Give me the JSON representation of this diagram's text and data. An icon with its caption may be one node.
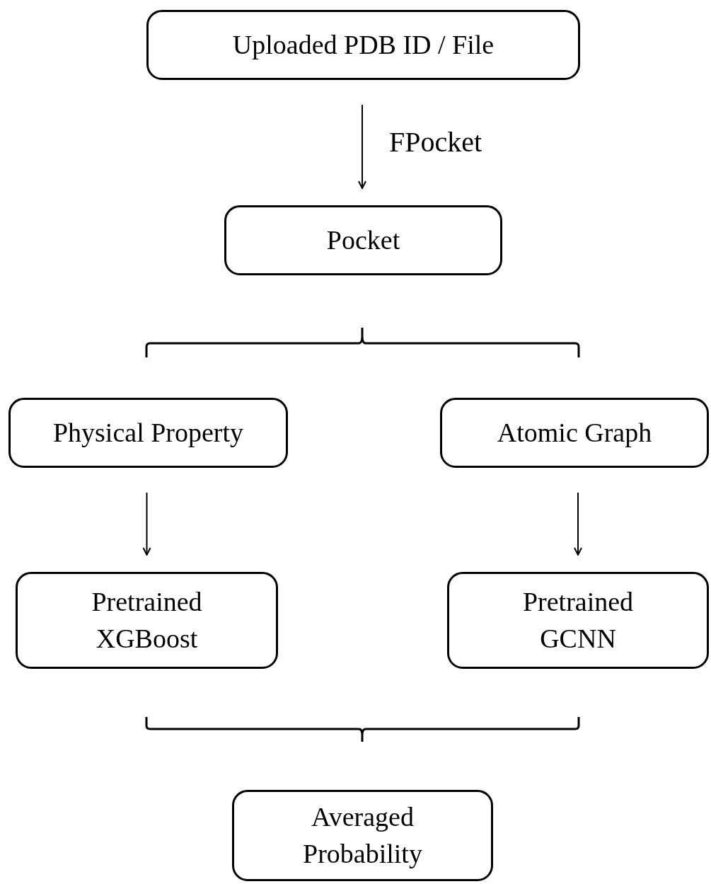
{
  "diagram": {
    "nodes": [
      {
        "text": [
          "Uploaded PDB ID / File"
        ]
      },
      {
        "text": [
          "Pocket"
        ]
      },
      {
        "text": [
          "Physical Property"
        ]
      },
      {
        "text": [
          "Atomic Graph"
        ]
      },
      {
        "text": [
          "Pretrained XGBoost"
        ]
      },
      {
        "text": [
          "Pretrained GCNN"
        ]
      },
      {
        "text": [
          "Averaged Probability"
        ]
      }
    ],
    "edges": [
      {
        "from": 0,
        "to": 1,
        "arrow": "to",
        "label": "FPocket"
      },
      {
        "from": 2,
        "to": 4,
        "arrow": "to"
      },
      {
        "from": 3,
        "to": 5,
        "arrow": "to"
      }
    ]
  }
}
